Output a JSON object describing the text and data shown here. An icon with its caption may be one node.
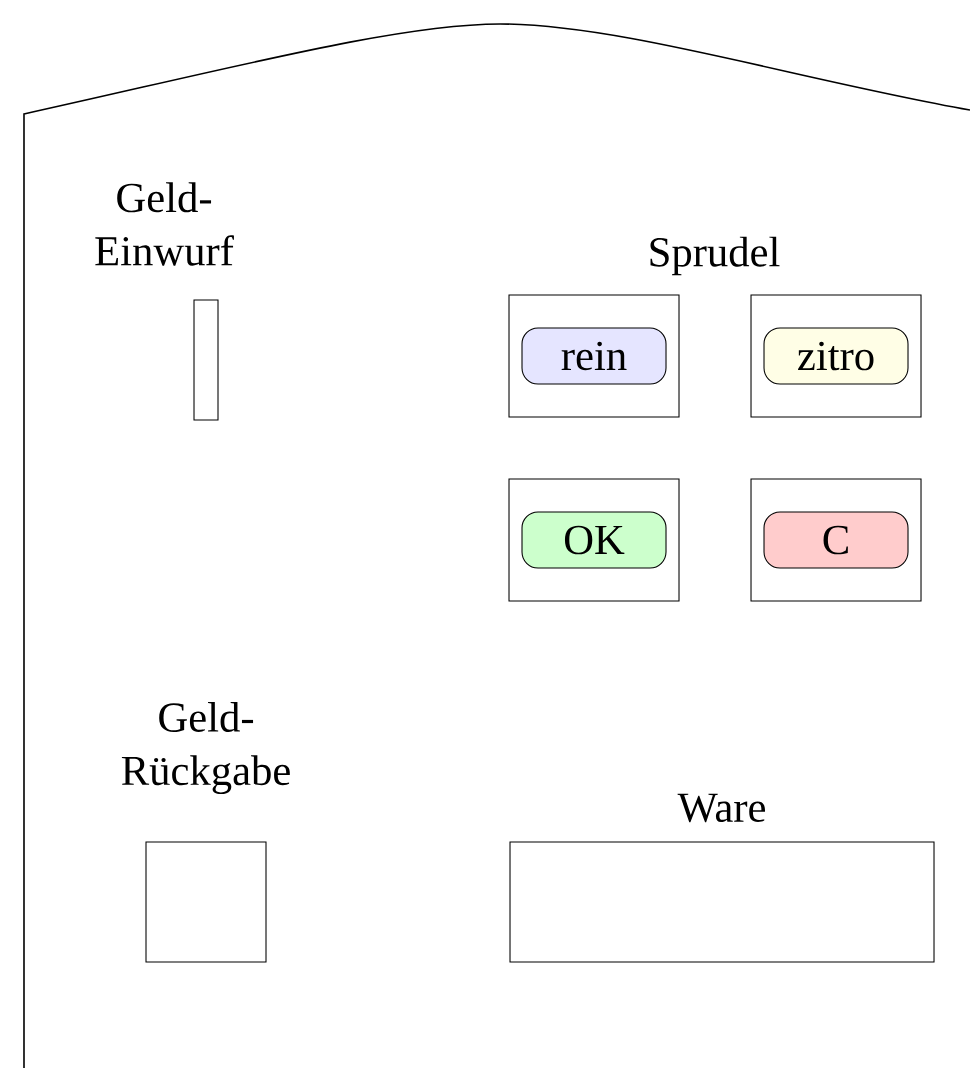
{
  "diagram": {
    "nodes": [
      {
        "text": [
          "Geld- Einwurf"
        ]
      },
      {
        "text": [],
        "shape": "box"
      },
      {
        "text": [
          "rein"
        ],
        "in": 1
      },
      {
        "text": [],
        "shape": "box"
      },
      {
        "text": [
          "zitro"
        ],
        "in": 3
      },
      {
        "text": [],
        "shape": "box"
      },
      {
        "text": [
          "OK"
        ],
        "in": 5
      },
      {
        "text": [],
        "shape": "box"
      },
      {
        "text": [
          "C"
        ],
        "in": 7
      },
      {
        "text": [
          "Geld- Rückgabe"
        ]
      },
      {
        "text": [
          "Ware"
        ]
      }
    ],
    "labels": [
      "Sprudel"
    ]
  }
}
